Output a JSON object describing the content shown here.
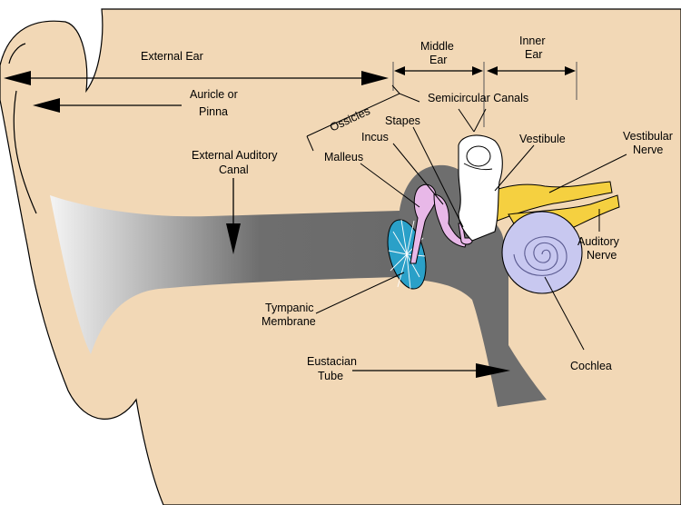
{
  "colors": {
    "skin": "#f2d8b6",
    "canal": "#6e6e6e",
    "tympanic": "#2aa0c8",
    "ossicle": "#e8b8e8",
    "semicircular": "#ffffff",
    "nerve": "#f5d040",
    "cochlea": "#c8c8f0",
    "outline": "#000000"
  },
  "labels": {
    "external_ear": "External Ear",
    "middle_ear_1": "Middle",
    "middle_ear_2": "Ear",
    "inner_ear_1": "Inner",
    "inner_ear_2": "Ear",
    "auricle_1": "Auricle or",
    "auricle_2": "Pinna",
    "ossicles": "Ossicles",
    "semicircular_canals": "Semicircular Canals",
    "stapes": "Stapes",
    "incus": "Incus",
    "vestibule": "Vestibule",
    "vestibular_nerve_1": "Vestibular",
    "vestibular_nerve_2": "Nerve",
    "malleus": "Malleus",
    "external_auditory_canal_1": "External Auditory",
    "external_auditory_canal_2": "Canal",
    "auditory_nerve_1": "Auditory",
    "auditory_nerve_2": "Nerve",
    "tympanic_membrane_1": "Tympanic",
    "tympanic_membrane_2": "Membrane",
    "eustachian_tube_1": "Eustacian",
    "eustachian_tube_2": "Tube",
    "cochlea": "Cochlea"
  }
}
